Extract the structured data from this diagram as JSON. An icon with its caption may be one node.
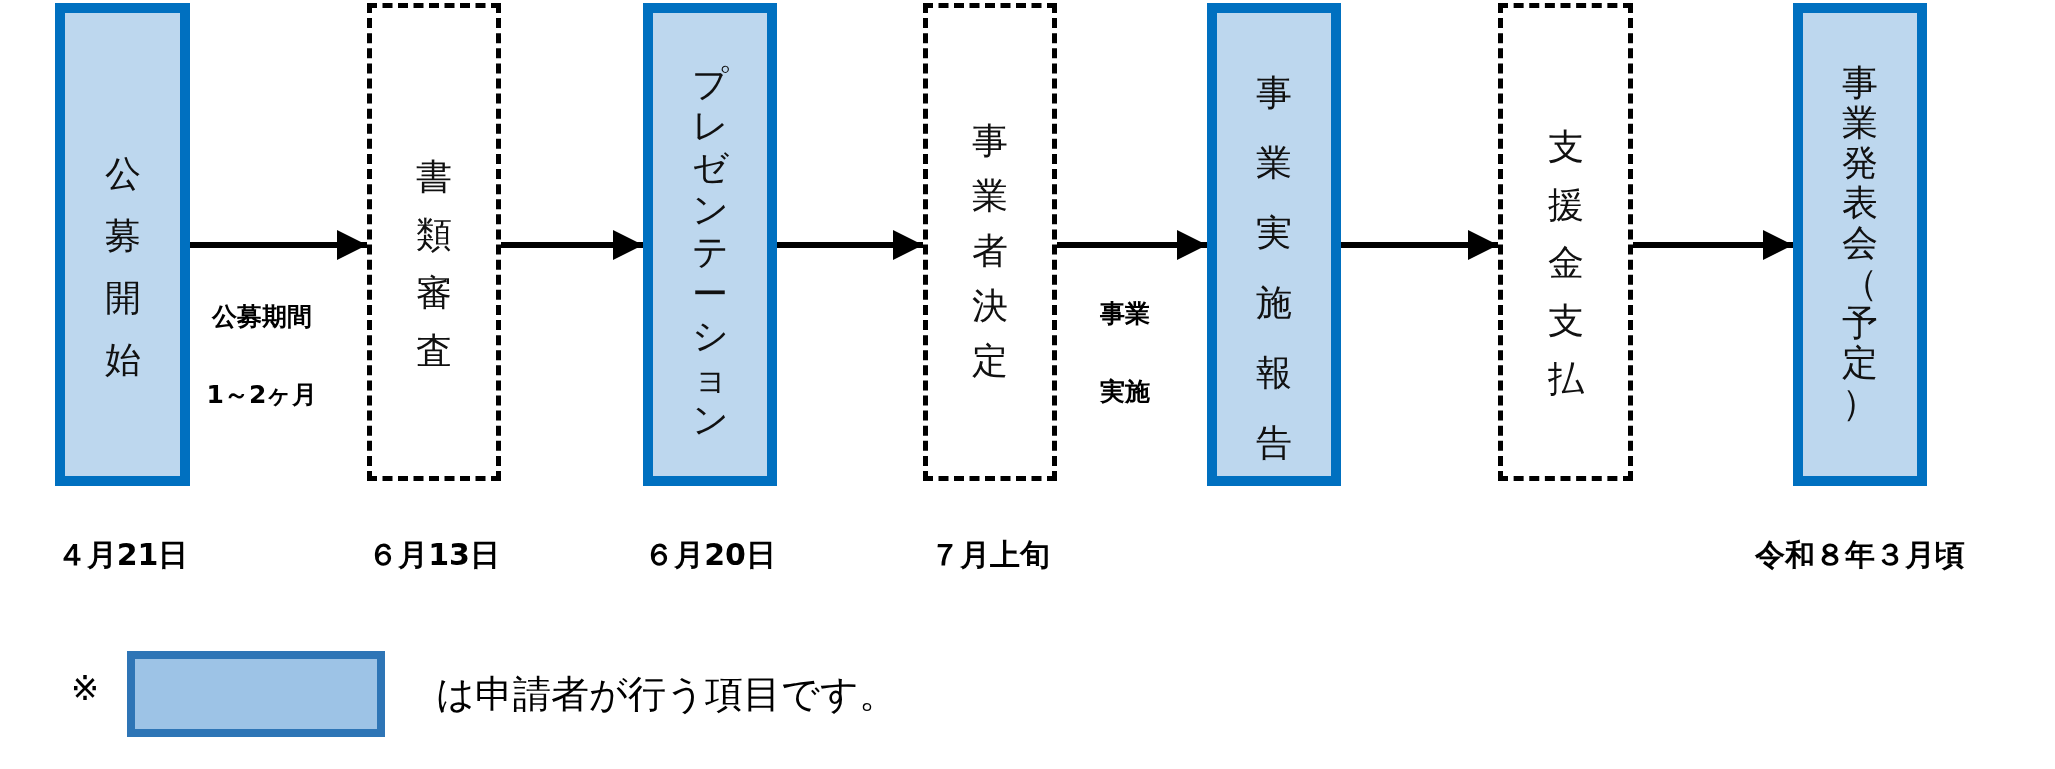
{
  "diagram": {
    "nodes": [
      {
        "text": [
          "公募開始"
        ],
        "beside": [
          "４月21日"
        ]
      },
      {
        "text": [
          "書類審査"
        ],
        "beside": [
          "６月13日"
        ]
      },
      {
        "text": [
          "プレゼンテーション"
        ],
        "beside": [
          "６月20日"
        ]
      },
      {
        "text": [
          "事業者決定"
        ],
        "beside": [
          "７月上旬"
        ]
      },
      {
        "text": [
          "事業実施報告"
        ]
      },
      {
        "text": [
          "支援金支払"
        ]
      },
      {
        "text": [
          "事業発表会（予定）"
        ],
        "beside": [
          "令和８年３月頃"
        ]
      }
    ],
    "edges": [
      {
        "from": 0,
        "to": 1,
        "arrow": "to"
      },
      {
        "from": 1,
        "to": 2,
        "arrow": "to"
      },
      {
        "from": 2,
        "to": 3,
        "arrow": "to"
      },
      {
        "from": 3,
        "to": 4,
        "arrow": "to"
      },
      {
        "from": 4,
        "to": 5,
        "arrow": "to"
      },
      {
        "from": 5,
        "to": 6,
        "arrow": "to"
      }
    ],
    "labels": [
      "公募期間",
      "1～2ヶ月",
      "事業",
      "実施",
      "※"
    ],
    "legend": [
      {
        "text": "は申請者が行う項目です。",
        "color": "#9dc3e6"
      }
    ]
  }
}
